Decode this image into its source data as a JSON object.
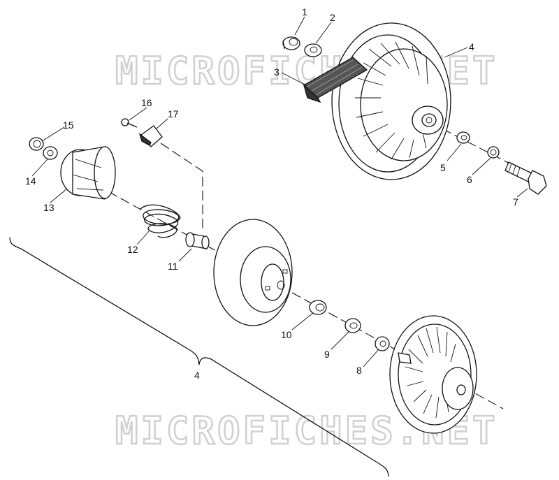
{
  "watermark": {
    "text": "MICROFICHES.NET"
  },
  "callouts": {
    "c1": "1",
    "c2": "2",
    "c3": "3",
    "c4": "4",
    "c5": "5",
    "c6": "6",
    "c7": "7",
    "c8": "8",
    "c9": "9",
    "c10": "10",
    "c11": "11",
    "c12": "12",
    "c13": "13",
    "c14": "14",
    "c15": "15",
    "c16": "16",
    "c17": "17",
    "assembly": "4"
  }
}
